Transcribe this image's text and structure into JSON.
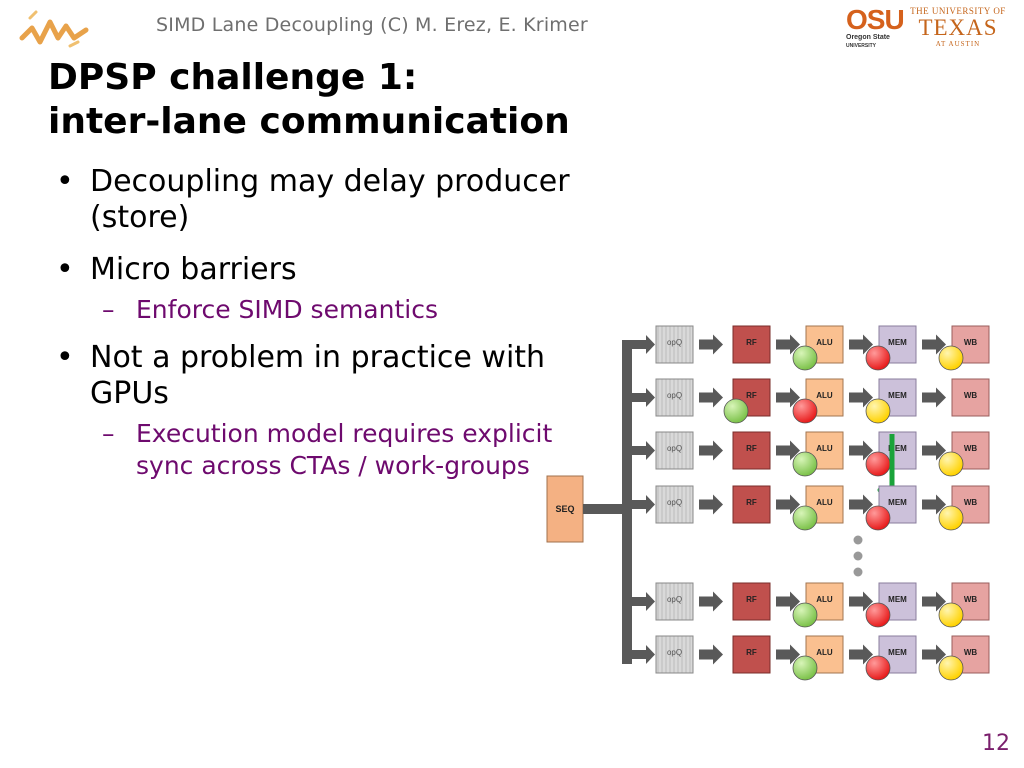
{
  "header": {
    "text": "SIMD Lane Decoupling (C) M. Erez, E. Krimer",
    "osu_logo": {
      "main": "OSU",
      "sub1": "Oregon State",
      "sub2": "UNIVERSITY"
    },
    "ut_logo": {
      "top": "THE UNIVERSITY OF",
      "mid": "TEXAS",
      "bot": "AT AUSTIN"
    },
    "left_logo_icon": "waveform-logo-icon"
  },
  "slide": {
    "title_line1": "DPSP challenge 1:",
    "title_line2": "inter-lane communication",
    "bullets": [
      {
        "text": "Decoupling may delay producer (store)"
      },
      {
        "text": "Micro barriers",
        "sub": [
          "Enforce SIMD semantics"
        ]
      },
      {
        "text": "Not a problem in practice with GPUs",
        "sub": [
          "Execution model requires explicit sync across CTAs / work-groups"
        ]
      }
    ],
    "page_number": "12"
  },
  "diagram": {
    "seq_label": "SEQ",
    "stage_labels": [
      "opQ",
      "RF",
      "ALU",
      "MEM",
      "WB"
    ],
    "lanes": [
      {
        "balls": [
          "ALU",
          "MEM",
          "WB"
        ]
      },
      {
        "balls": [
          "RF",
          "ALU",
          "MEM"
        ]
      },
      {
        "balls": [
          "ALU",
          "MEM",
          "WB"
        ],
        "arrow": true
      },
      {
        "balls": [
          "ALU",
          "MEM",
          "WB"
        ]
      },
      {
        "balls": [
          "ALU",
          "MEM",
          "WB"
        ]
      },
      {
        "balls": [
          "ALU",
          "MEM",
          "WB"
        ]
      }
    ],
    "colors": {
      "opq": "#d9d9d9",
      "rf": "#c0504d",
      "alu": "#fac090",
      "mem": "#ccc1da",
      "wb": "#e6a3a1",
      "seq": "#f4b183",
      "arrow": "#595959",
      "ball_green": "#7cc24a",
      "ball_red": "#e81c1c",
      "ball_yellow": "#ffd200",
      "move_arrow": "#1aa33a"
    }
  }
}
